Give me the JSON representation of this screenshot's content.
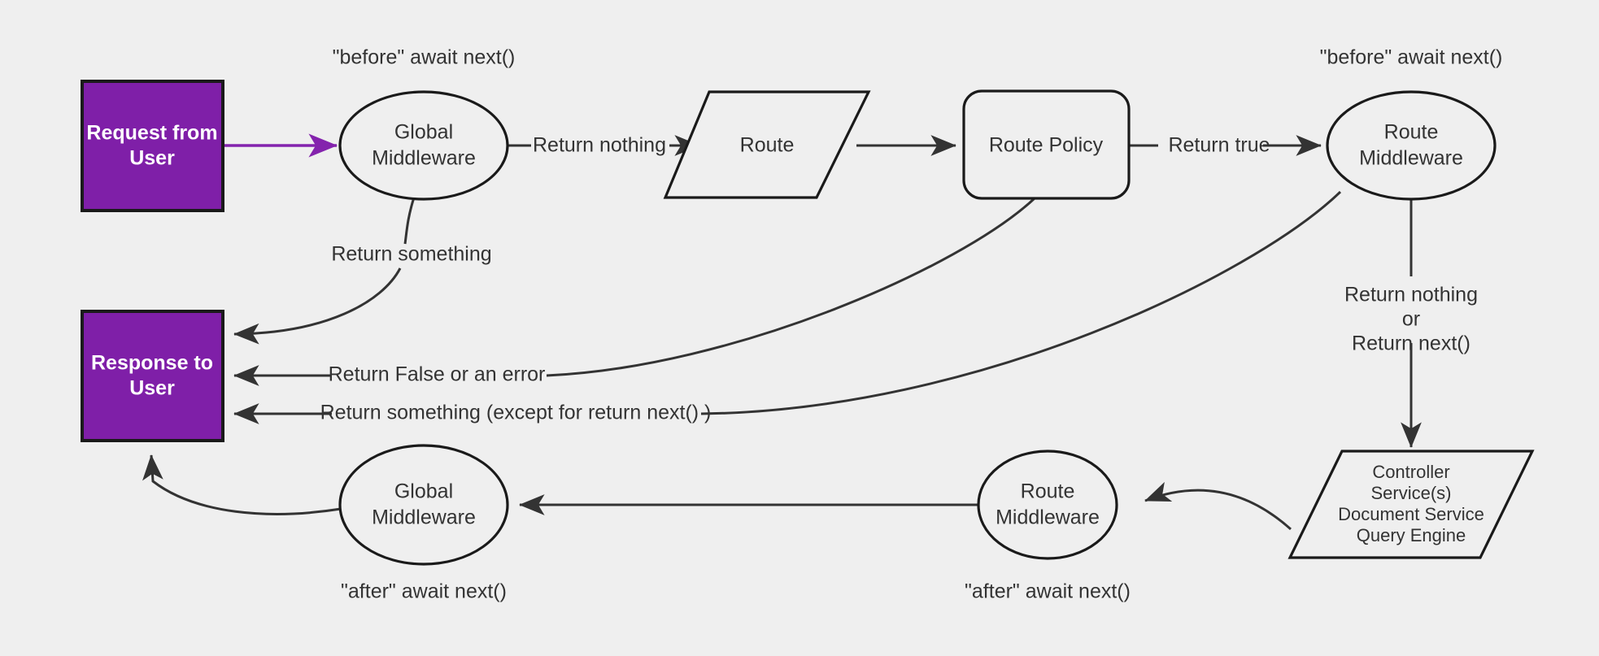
{
  "diagram": {
    "title": "Request lifecycle middleware flow",
    "background_color": "#efefef",
    "accent_color": "#7f1fa8",
    "stroke_color": "#1a1a1a",
    "text_color": "#333333"
  },
  "nodes": {
    "request_terminal": {
      "line1": "Request from",
      "line2": "User",
      "shape": "rectangle"
    },
    "response_terminal": {
      "line1": "Response to",
      "line2": "User",
      "shape": "rectangle"
    },
    "global_middleware_top": {
      "line1": "Global",
      "line2": "Middleware",
      "shape": "ellipse"
    },
    "route": {
      "line1": "Route",
      "shape": "parallelogram"
    },
    "route_policy": {
      "line1": "Route Policy",
      "shape": "rounded-rectangle"
    },
    "route_middleware_top": {
      "line1": "Route",
      "line2": "Middleware",
      "shape": "ellipse"
    },
    "controller_group": {
      "line1": "Controller",
      "line2": "Service(s)",
      "line3": "Document Service",
      "line4": "Query Engine",
      "shape": "parallelogram"
    },
    "route_middleware_bottom": {
      "line1": "Route",
      "line2": "Middleware",
      "shape": "ellipse"
    },
    "global_middleware_bottom": {
      "line1": "Global",
      "line2": "Middleware",
      "shape": "ellipse"
    }
  },
  "annotations": {
    "before_global": "\"before\" await next()",
    "before_route_mw": "\"before\" await next()",
    "after_global": "\"after\" await next()",
    "after_route_mw": "\"after\" await next()"
  },
  "edge_labels": {
    "return_something": "Return something",
    "return_nothing": "Return nothing",
    "return_true": "Return true",
    "return_false_or_error": "Return False or an error",
    "return_something_except_next": "Return something (except for return next() )",
    "return_nothing_or_next_1": "Return nothing",
    "return_nothing_or_next_2": "or",
    "return_nothing_or_next_3": "Return next()"
  }
}
